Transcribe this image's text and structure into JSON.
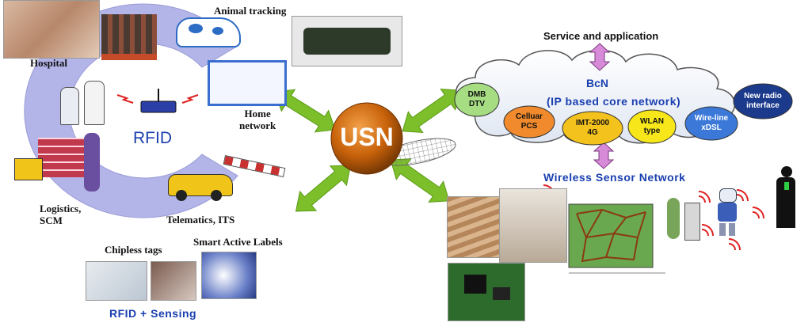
{
  "center": {
    "label": "USN"
  },
  "left": {
    "rfid_label": "RFID",
    "apps": {
      "hospital": "Hospital",
      "animal_tracking": "Animal tracking",
      "home_network": "Home\nnetwork",
      "logistics": "Logistics,\nSCM",
      "telematics": "Telematics, ITS"
    },
    "chipless_tags": "Chipless tags",
    "smart_active_labels": "Smart Active Labels",
    "rfid_sensing": "RFID + Sensing"
  },
  "right": {
    "service_application": "Service and application",
    "bcn_title": "BcN",
    "bcn_subtitle": "(IP based core network)",
    "wireless_sensor_network": "Wireless Sensor Network",
    "nodes": [
      {
        "key": "dmb",
        "line1": "DMB",
        "line2": "DTV",
        "color": "#a6dd83"
      },
      {
        "key": "cellular",
        "line1": "Celluar",
        "line2": "PCS",
        "color": "#f08a2c"
      },
      {
        "key": "imt",
        "line1": "IMT-2000",
        "line2": "4G",
        "color": "#f4c21c"
      },
      {
        "key": "wlan",
        "line1": "WLAN",
        "line2": "type",
        "color": "#f6e61a"
      },
      {
        "key": "wireline",
        "line1": "Wire-line",
        "line2": "xDSL",
        "color": "#3b78d8"
      },
      {
        "key": "newradio",
        "line1": "New radio",
        "line2": "interface",
        "color": "#1b3a8c"
      }
    ]
  },
  "colors": {
    "arrow_green": "#7cbf2a",
    "usn_orange": "#c8620a",
    "ring_lavender": "#b3b4e8",
    "text_blue": "#1a3fb0",
    "arrow_pink": "#d68ad8"
  }
}
